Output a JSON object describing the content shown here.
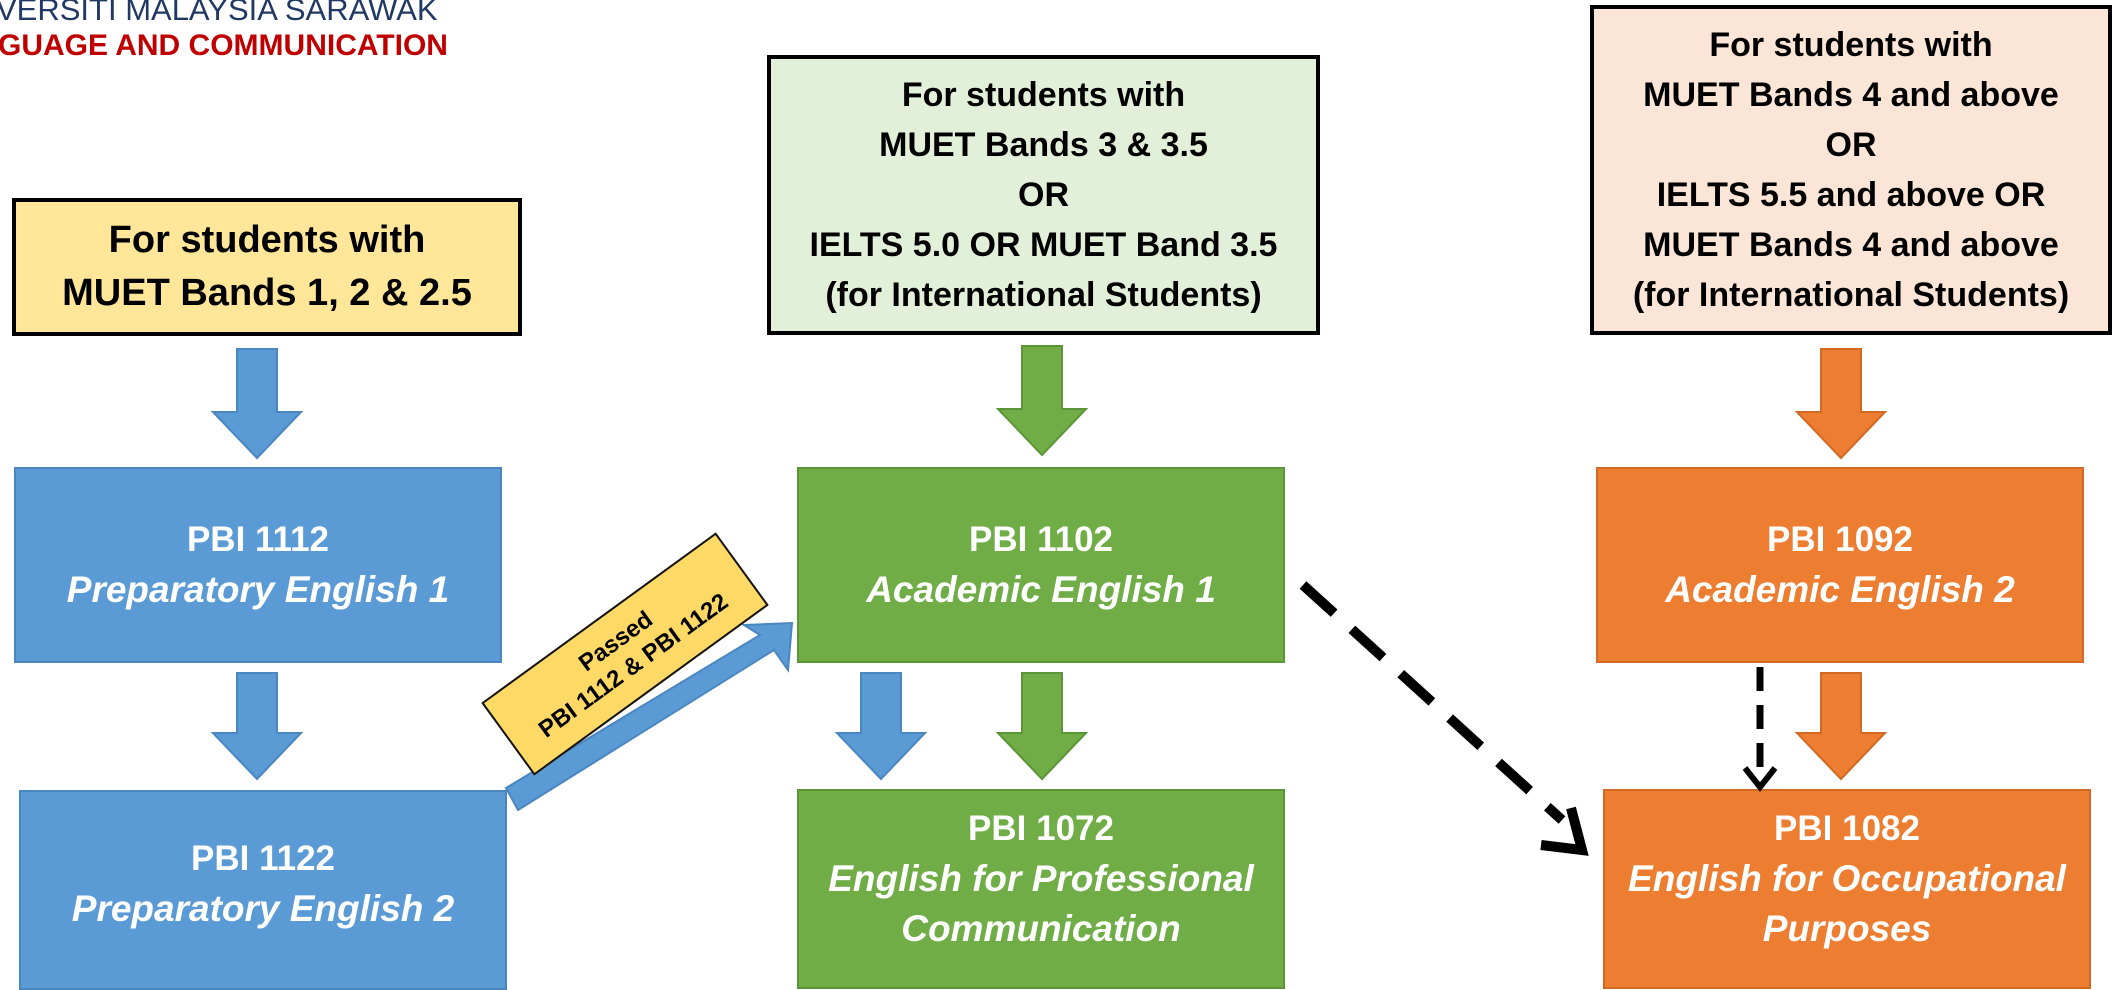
{
  "header": {
    "line1": "VERSITI MALAYSIA SARAWAK",
    "line2": "GUAGE AND COMMUNICATION"
  },
  "requirements": {
    "left": [
      "For students with",
      "MUET Bands 1, 2 & 2.5"
    ],
    "middle": [
      "For students with",
      "MUET Bands 3 & 3.5",
      "OR",
      "IELTS 5.0 OR MUET Band 3.5",
      "(for International Students)"
    ],
    "right": [
      "For students with",
      "MUET Bands 4 and above",
      "OR",
      "IELTS 5.5 and above OR",
      "MUET Bands 4 and above",
      "(for International Students)"
    ]
  },
  "courses": {
    "pbi1112": {
      "code": "PBI 1112",
      "name": "Preparatory English 1"
    },
    "pbi1122": {
      "code": "PBI 1122",
      "name": "Preparatory English 2"
    },
    "pbi1102": {
      "code": "PBI 1102",
      "name": "Academic English 1"
    },
    "pbi1072": {
      "code": "PBI 1072",
      "name_line1": "English for Professional",
      "name_line2": "Communication"
    },
    "pbi1092": {
      "code": "PBI 1092",
      "name": "Academic English 2"
    },
    "pbi1082": {
      "code": "PBI 1082",
      "name_line1": "English for Occupational",
      "name_line2": "Purposes"
    }
  },
  "passed_tag": {
    "line1": "Passed",
    "line2": "PBI 1112 & PBI 1122"
  },
  "colors": {
    "blue": "#5b9bd5",
    "green": "#70ad47",
    "orange": "#ed7d31",
    "yellow": "#ffe699",
    "light_green": "#e2efd9",
    "peach": "#fbe5d6",
    "header_blue": "#1f3864",
    "header_red": "#c00000"
  }
}
